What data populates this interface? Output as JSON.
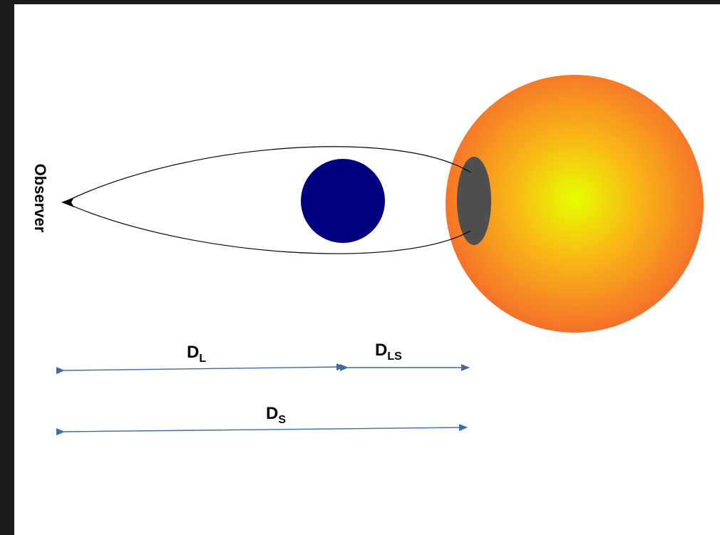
{
  "labels": {
    "observer": "Observer",
    "d_l": {
      "main": "D",
      "sub": "L"
    },
    "d_ls": {
      "main": "D",
      "sub": "LS"
    },
    "d_s": {
      "main": "D",
      "sub": "S"
    }
  },
  "colors": {
    "lens": "#000080",
    "source_center": "#e6ff00",
    "source_mid": "#f7a21b",
    "source_edge": "#f5702a",
    "image": "#4f4f4f",
    "measure_arrow": "#3d6aa8",
    "light_ray": "#000000"
  }
}
